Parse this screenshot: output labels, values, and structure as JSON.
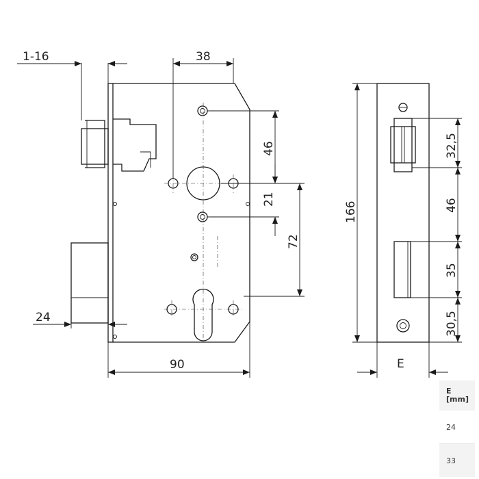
{
  "dimensions": {
    "backset_range": "1-16",
    "width_38": "38",
    "spacing_46_front": "46",
    "offset_21": "21",
    "distance_72": "72",
    "front_24": "24",
    "case_width_90": "90",
    "height_166": "166",
    "dim_32_5": "32,5",
    "dim_46_side": "46",
    "dim_35": "35",
    "dim_30_5": "30,5",
    "label_E": "E"
  },
  "table": {
    "header_line1": "E",
    "header_line2": "[mm]",
    "rows": [
      "24",
      "33"
    ]
  },
  "colors": {
    "line": "#1a1a1a",
    "header_bg": "#f3f3f3"
  }
}
